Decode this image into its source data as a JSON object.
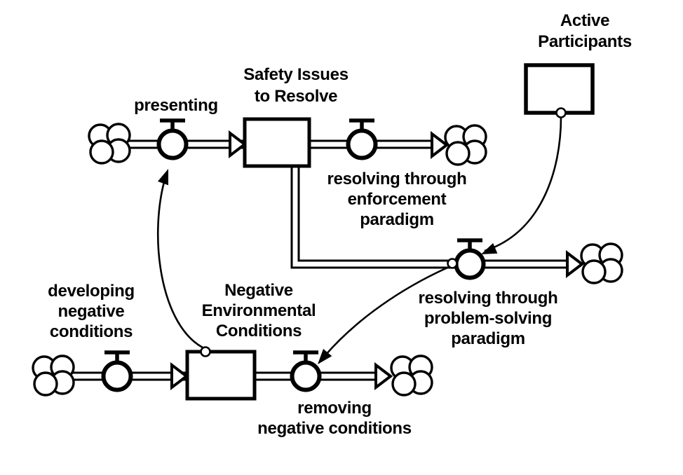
{
  "colors": {
    "ink": "#000000",
    "background": "#ffffff"
  },
  "diagram": {
    "type": "stock-and-flow",
    "stocks": [
      {
        "name": "safety-issues-to-resolve",
        "label": "Safety Issues\nto Resolve"
      },
      {
        "name": "negative-environmental-conditions",
        "label": "Negative\nEnvironmental\nConditions"
      },
      {
        "name": "active-participants",
        "label": "Active\nParticipants"
      }
    ],
    "flows": [
      {
        "name": "presenting",
        "label": "presenting",
        "from": "source cloud",
        "to": "Safety Issues to Resolve"
      },
      {
        "name": "resolving-through-enforcement-paradigm",
        "label": "resolving through\nenforcement\nparadigm",
        "from": "Safety Issues to Resolve",
        "to": "sink cloud"
      },
      {
        "name": "resolving-through-problem-solving-paradigm",
        "label": "resolving through\nproblem-solving\nparadigm",
        "from": "Safety Issues to Resolve",
        "to": "sink cloud"
      },
      {
        "name": "developing-negative-conditions",
        "label": "developing\nnegative\nconditions",
        "from": "source cloud",
        "to": "Negative Environmental Conditions"
      },
      {
        "name": "removing-negative-conditions",
        "label": "removing\nnegative conditions",
        "from": "Negative Environmental Conditions",
        "to": "sink cloud"
      }
    ],
    "connectors": [
      {
        "from": "Negative Environmental Conditions",
        "to": "presenting"
      },
      {
        "from": "Active Participants",
        "to": "resolving through problem-solving paradigm"
      },
      {
        "from": "resolving through problem-solving paradigm",
        "to": "removing negative conditions"
      }
    ]
  }
}
